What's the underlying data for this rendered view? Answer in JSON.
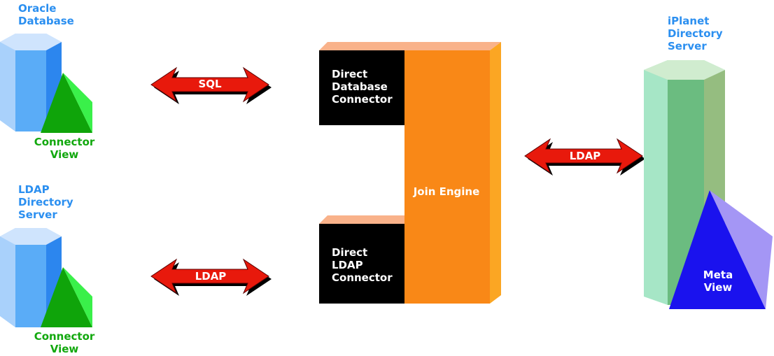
{
  "sources": [
    {
      "title": "Oracle\nDatabase",
      "view_label": "Connector\nView"
    },
    {
      "title": "LDAP\nDirectory\nServer",
      "view_label": "Connector\nView"
    }
  ],
  "arrows": [
    "SQL",
    "LDAP",
    "LDAP"
  ],
  "connectors": [
    "Direct\nDatabase\nConnector",
    "Direct\nLDAP\nConnector"
  ],
  "join_engine": "Join Engine",
  "target": {
    "title": "iPlanet\nDirectory\nServer",
    "view_label": "Meta\nView"
  },
  "colors": {
    "source_blue": "#2b8ff0",
    "connector_view_green": "#12a80e",
    "arrow_red": "#e8190c",
    "join_engine_orange": "#f98817",
    "connector_black": "#000000",
    "meta_view_blue": "#1a12ee"
  }
}
